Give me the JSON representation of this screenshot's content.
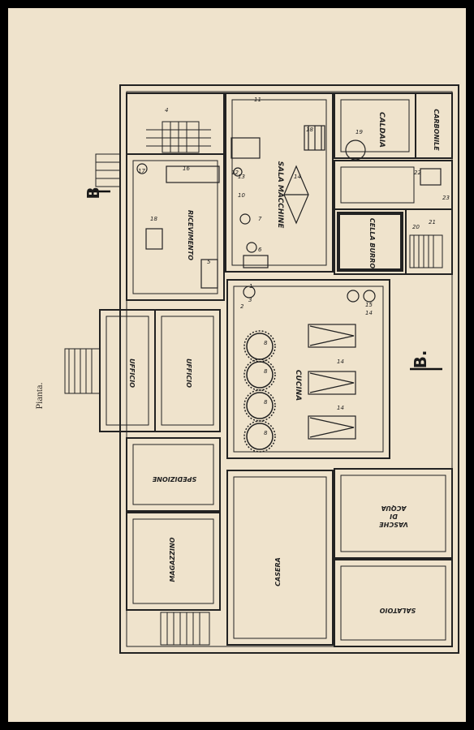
{
  "caption": "Pianta.",
  "section_markers": {
    "top": "B",
    "bottom": "B."
  },
  "rooms": {
    "caldaia": "CALDAIA",
    "carbonile": "CARBONILE",
    "sala_macchine": "SALA MACCHINE",
    "ricevimento": "RICEVIMENTO",
    "cella_burro": "CELLA BURRO",
    "ufficio_left": "UFFICIO",
    "ufficio_right": "UFFICIO",
    "cucina": "CUCINA",
    "spedizione": "SPEDIZIONE",
    "magazzino": "MAGAZZINO",
    "casera": "CASERA",
    "vasche_line1": "VASCHE",
    "vasche_line2": "DI",
    "vasche_line3": "ACQUA",
    "salatoio": "SALATOIO"
  },
  "numbers": {
    "n1": "1",
    "n2": "2",
    "n3": "3",
    "n4": "4",
    "n5": "5",
    "n6": "6",
    "n7": "7",
    "n10": "10",
    "n11": "11",
    "n12": "12",
    "n13": "13",
    "n14a": "14",
    "n14b": "14",
    "n14c": "14",
    "n14d": "14",
    "n15": "15",
    "n16": "16",
    "n17": "17",
    "n18a": "18",
    "n18b": "18",
    "n19": "19",
    "n20": "20",
    "n21": "21",
    "n22": "22",
    "n23": "23",
    "n8a": "8",
    "n8b": "8",
    "n8c": "8",
    "n8d": "8"
  }
}
